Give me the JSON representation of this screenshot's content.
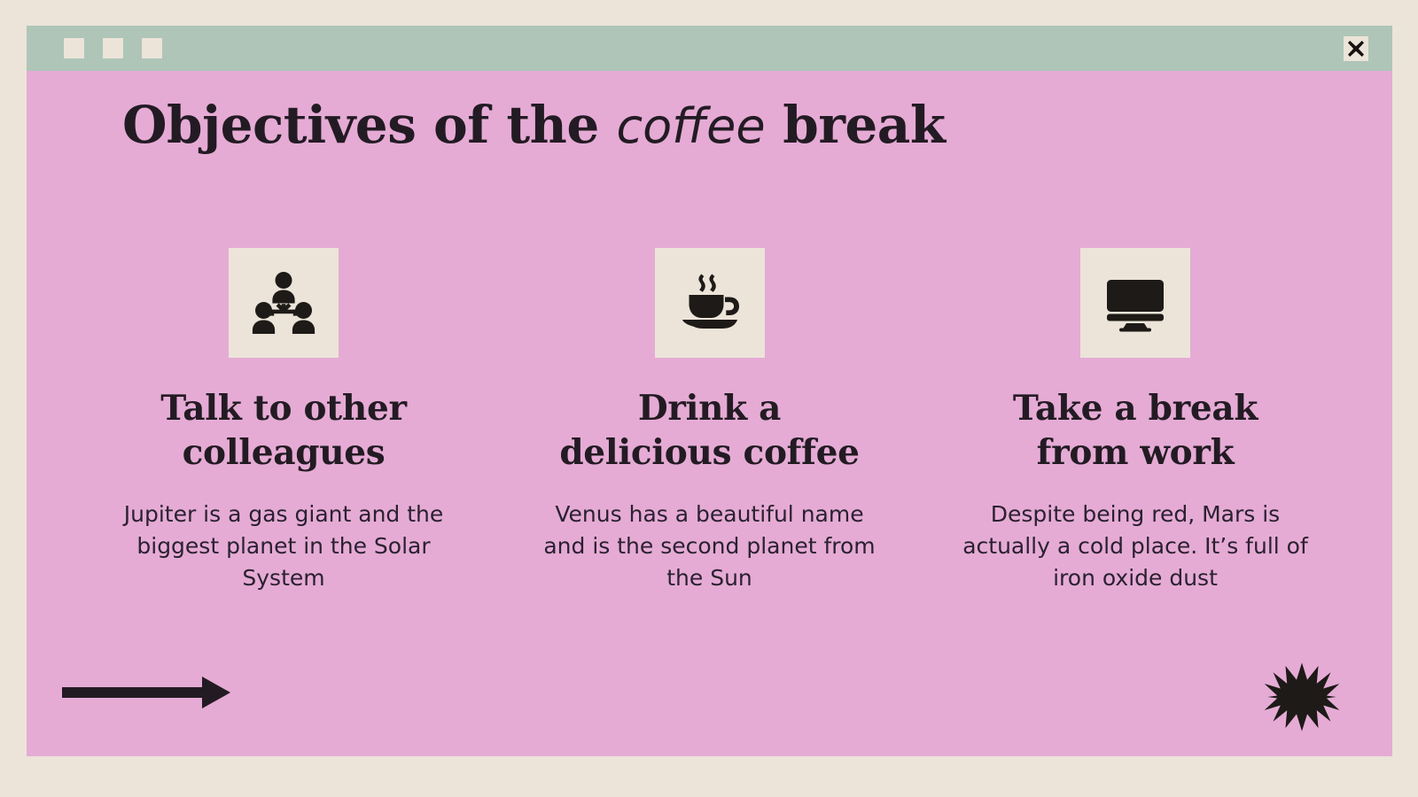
{
  "window": {
    "titlebar": {
      "dots": [
        "window-dot-1",
        "window-dot-2",
        "window-dot-3"
      ],
      "close_label": "✖"
    }
  },
  "slide": {
    "title": {
      "part1": "Objectives of the ",
      "emphasis": "coffee",
      "part2": " break"
    },
    "columns": [
      {
        "icon": "team-people-icon",
        "heading": "Talk to other\ncolleagues",
        "body": "Jupiter is a gas giant and the biggest planet in the Solar System"
      },
      {
        "icon": "coffee-cup-icon",
        "heading": "Drink a\ndelicious coffee",
        "body": "Venus has a beautiful name and is the second planet from the Sun"
      },
      {
        "icon": "monitor-icon",
        "heading": "Take a break\nfrom work",
        "body": "Despite being red, Mars is actually a cold place. It’s full of iron oxide dust"
      }
    ],
    "decorations": {
      "arrow": "right-arrow-icon",
      "star": "starburst-icon"
    }
  },
  "colors": {
    "page_background": "#ece4d9",
    "titlebar": "#aec5b7",
    "slide_background": "#e5abd5",
    "ink": "#231b23",
    "tile": "#ece4d9"
  }
}
